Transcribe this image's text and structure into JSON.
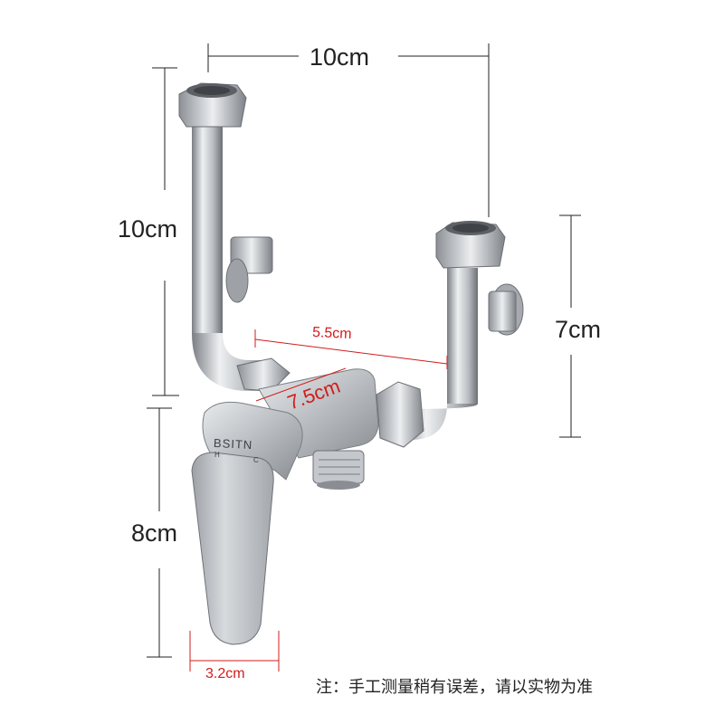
{
  "dimensions": {
    "top_width": "10cm",
    "left_height": "10cm",
    "right_height": "7cm",
    "handle_height": "8cm",
    "handle_width": "3.2cm",
    "inlet_spacing": "5.5cm",
    "body_length": "7.5cm"
  },
  "product": {
    "brand": "BSITN",
    "hot_mark": "H",
    "cold_mark": "C"
  },
  "note": "注：手工测量稍有误差，请以实物为准",
  "colors": {
    "dimension_line": "#222222",
    "red_annotation": "#d21c1c",
    "metal_light": "#e4e6e8",
    "metal_mid": "#b4b8bc",
    "metal_dark": "#6e7277"
  }
}
